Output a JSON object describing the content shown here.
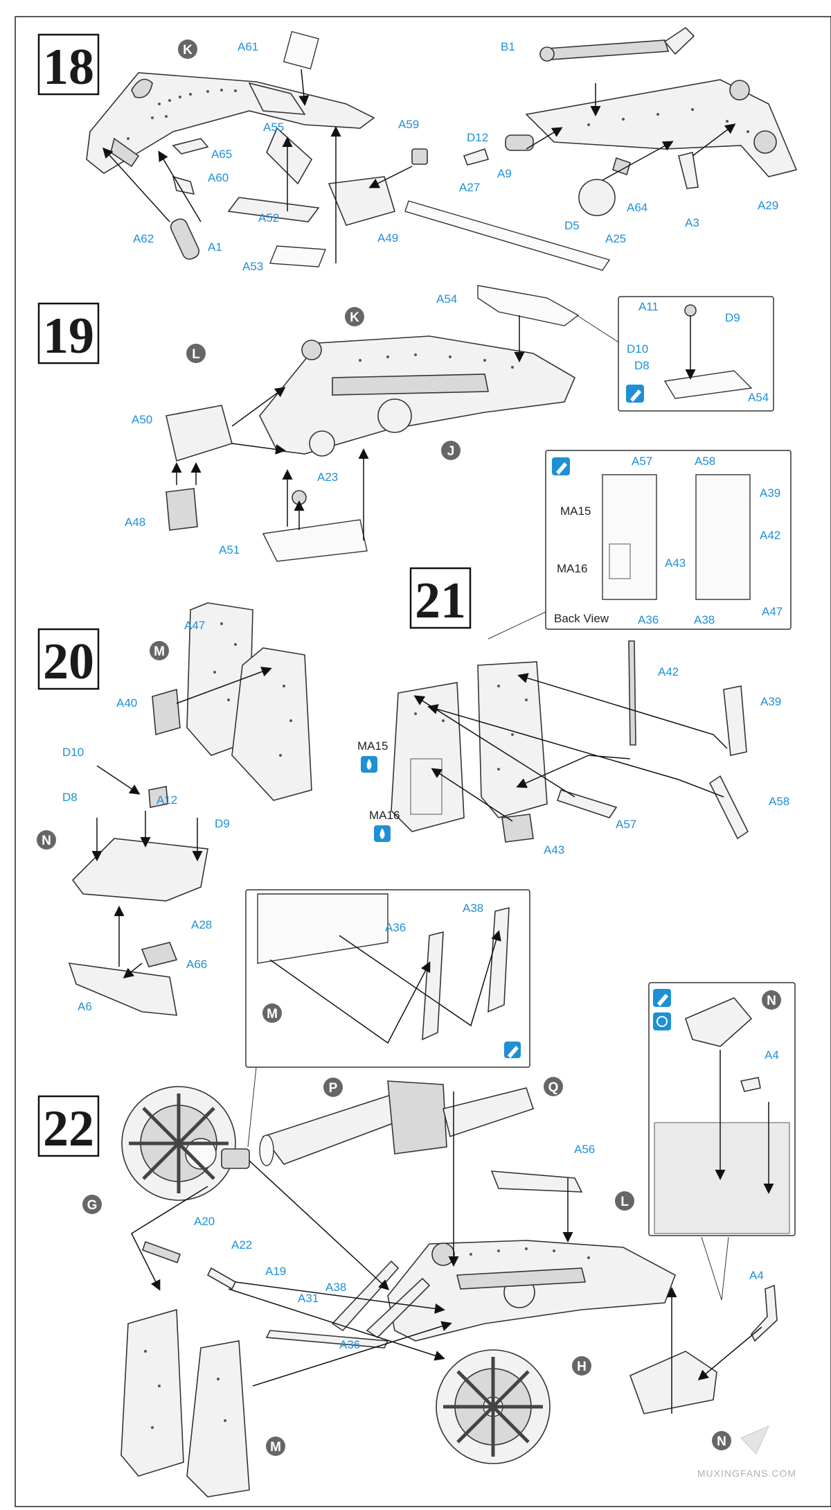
{
  "steps": {
    "s18": {
      "number": "18",
      "subassembly": "K",
      "labels": [
        "A61",
        "B1",
        "A55",
        "A59",
        "D12",
        "A65",
        "A60",
        "A27",
        "A9",
        "A64",
        "A3",
        "A29",
        "A52",
        "A62",
        "A1",
        "A49",
        "D5",
        "A25",
        "A53"
      ]
    },
    "s19": {
      "number": "19",
      "subassemblies": [
        "K",
        "L",
        "J"
      ],
      "labels": [
        "A54",
        "A50",
        "A23",
        "A48",
        "A51"
      ],
      "callout_labels": [
        "A11",
        "D9",
        "D10",
        "D8",
        "A54"
      ]
    },
    "s20": {
      "number": "20",
      "subassemblies": [
        "M",
        "N"
      ],
      "labels": [
        "A47",
        "A40",
        "D10",
        "A12",
        "D8",
        "D9",
        "A28",
        "A66",
        "A6"
      ]
    },
    "s21": {
      "number": "21",
      "labels": [
        "A42",
        "A39",
        "MA15",
        "MA16",
        "A43",
        "A57",
        "A58"
      ],
      "callout_labels": [
        "A57",
        "A58",
        "MA15",
        "A39",
        "A42",
        "MA16",
        "A43",
        "A36",
        "A38",
        "A47"
      ],
      "callout_caption": "Back View"
    },
    "s22": {
      "number": "22",
      "subassemblies": [
        "P",
        "Q",
        "G",
        "L",
        "H",
        "M",
        "N"
      ],
      "labels": [
        "A56",
        "A20",
        "A22",
        "A19",
        "A38",
        "A31",
        "A36",
        "A4"
      ],
      "callout_labels": [
        "A36",
        "A38",
        "A4"
      ],
      "callout_subassemblies": [
        "M",
        "N"
      ]
    }
  },
  "glue_icon": "glue-tube-icon",
  "paint_icon": "paint-drop-icon",
  "optional_icon": "option-arrows-icon",
  "watermark": "MUXINGFANS.COM",
  "colors": {
    "label": "#1f8fd6",
    "ink": "#222222",
    "circle": "#666666"
  }
}
